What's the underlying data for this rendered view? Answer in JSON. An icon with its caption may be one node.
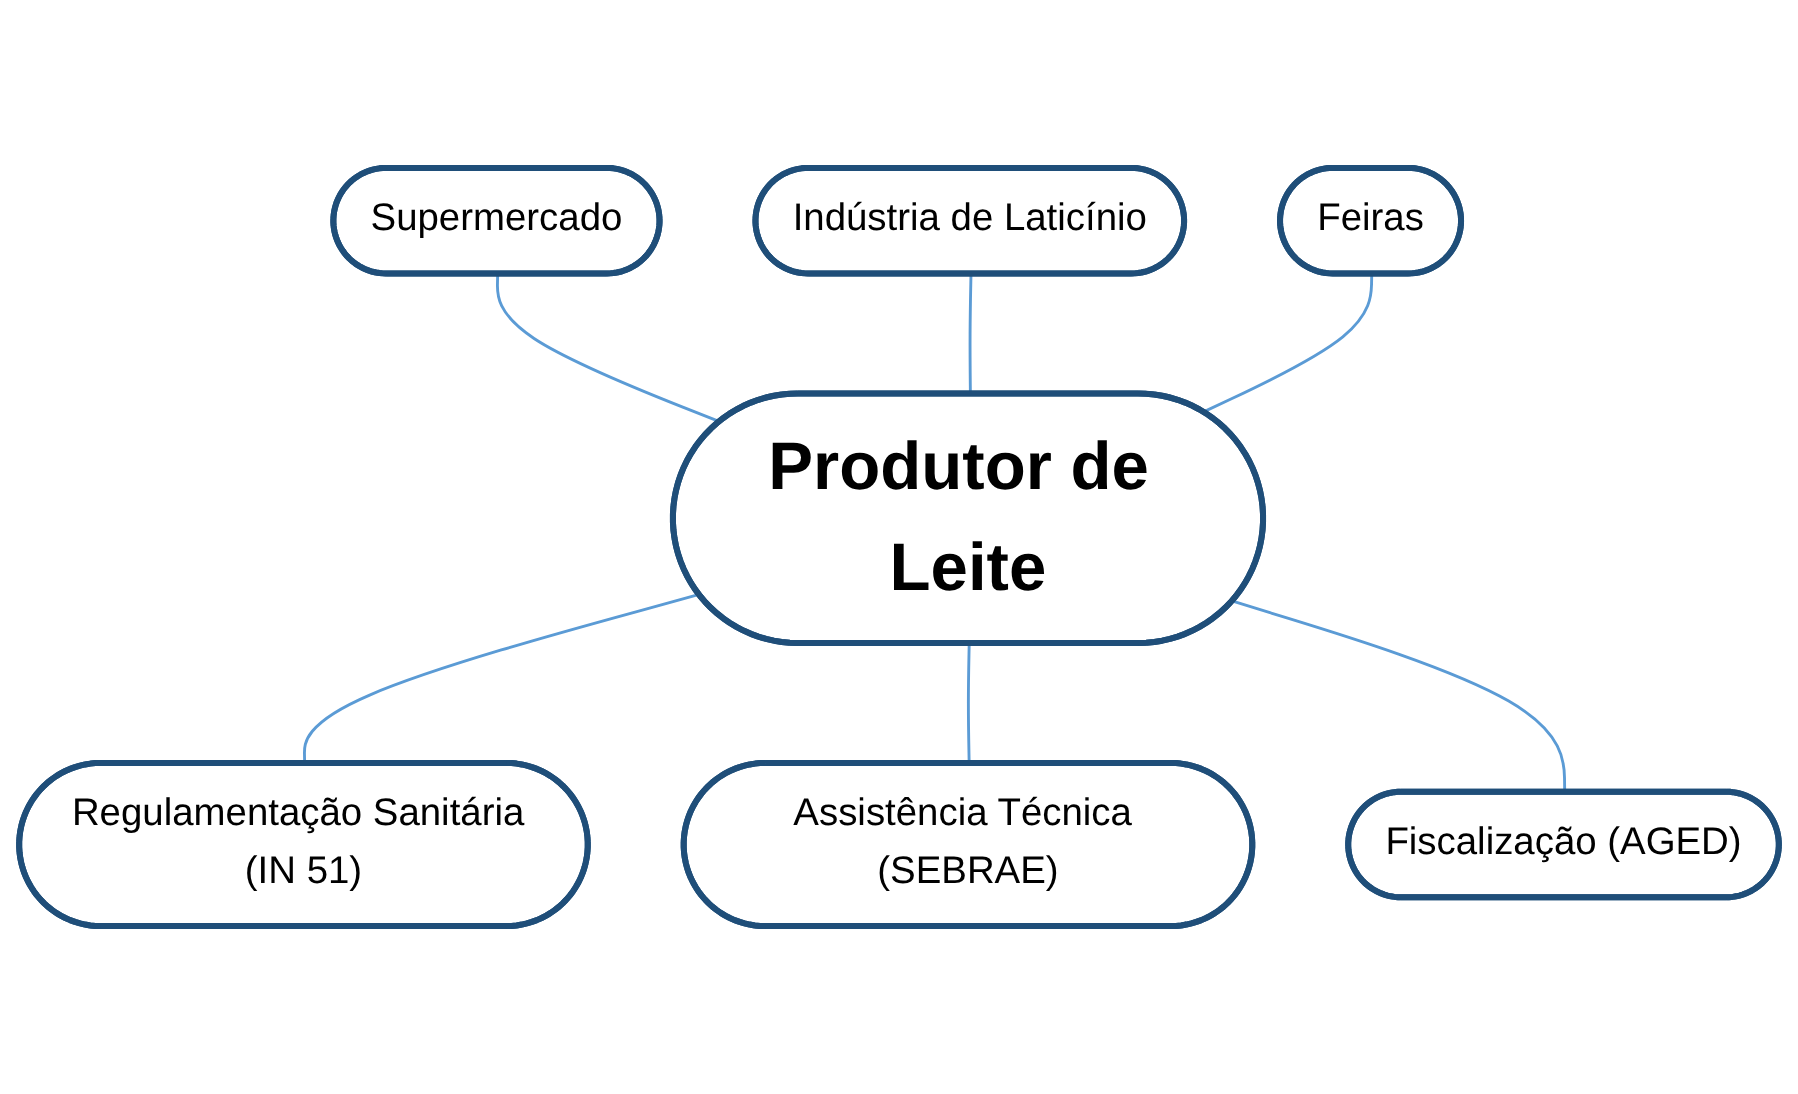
{
  "diagram": {
    "nodes": [
      {
        "text": [
          "Supermercado"
        ]
      },
      {
        "text": [
          "Indústria de Laticínio"
        ]
      },
      {
        "text": [
          "Feiras"
        ]
      },
      {
        "text": [
          "Produtor de Leite"
        ]
      },
      {
        "text": [
          "Regulamentação Sanitária (IN 51)"
        ]
      },
      {
        "text": [
          "Assistência Técnica (SEBRAE)"
        ]
      },
      {
        "text": [
          "Fiscalização (AGED)"
        ]
      }
    ],
    "edges": [
      {
        "from": 0,
        "to": 3,
        "arrow": "none"
      },
      {
        "from": 1,
        "to": 3,
        "arrow": "none"
      },
      {
        "from": 2,
        "to": 3,
        "arrow": "none"
      },
      {
        "from": 3,
        "to": 4,
        "arrow": "none"
      },
      {
        "from": 3,
        "to": 5,
        "arrow": "none"
      },
      {
        "from": 3,
        "to": 6,
        "arrow": "none"
      }
    ]
  }
}
